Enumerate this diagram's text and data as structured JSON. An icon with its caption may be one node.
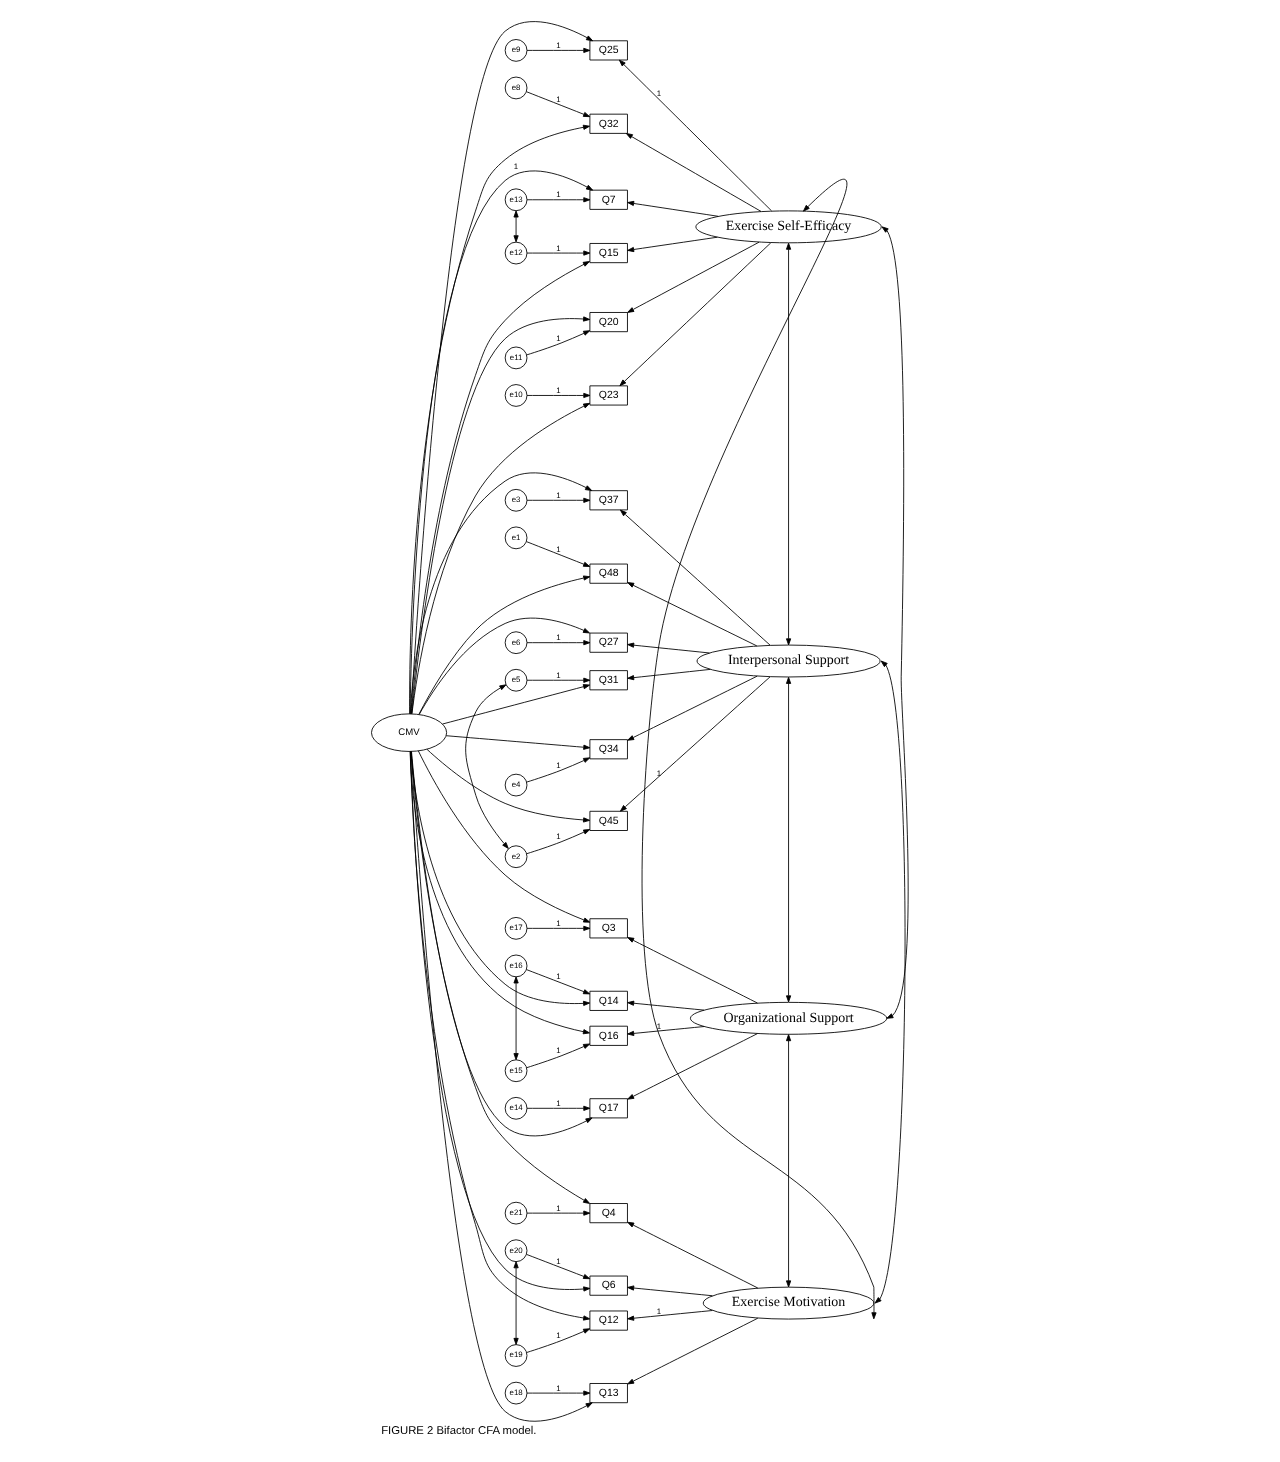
{
  "diagram": {
    "caption": "FIGURE 2 Bifactor CFA model.",
    "nodes": [
      {
        "text": [
          "CMV"
        ]
      },
      {
        "text": [
          "Exercise Self-Efficacy"
        ]
      },
      {
        "text": [
          "Interpersonal Support"
        ]
      },
      {
        "text": [
          "Organizational Support"
        ]
      },
      {
        "text": [
          "Exercise Motivation"
        ]
      },
      {
        "text": [
          "e13"
        ]
      },
      {
        "text": [
          "Q7"
        ]
      },
      {
        "text": [
          "e12"
        ]
      },
      {
        "text": [
          "Q15"
        ]
      },
      {
        "text": [
          "e11"
        ]
      },
      {
        "text": [
          "Q20"
        ]
      },
      {
        "text": [
          "e10"
        ]
      },
      {
        "text": [
          "Q23"
        ]
      },
      {
        "text": [
          "e9"
        ]
      },
      {
        "text": [
          "Q25"
        ]
      },
      {
        "text": [
          "e8"
        ]
      },
      {
        "text": [
          "Q32"
        ]
      },
      {
        "text": [
          "e6"
        ]
      },
      {
        "text": [
          "Q27"
        ]
      },
      {
        "text": [
          "e5"
        ]
      },
      {
        "text": [
          "Q31"
        ]
      },
      {
        "text": [
          "e4"
        ]
      },
      {
        "text": [
          "Q34"
        ]
      },
      {
        "text": [
          "e3"
        ]
      },
      {
        "text": [
          "Q37"
        ]
      },
      {
        "text": [
          "e2"
        ]
      },
      {
        "text": [
          "Q45"
        ]
      },
      {
        "text": [
          "e1"
        ]
      },
      {
        "text": [
          "Q48"
        ]
      },
      {
        "text": [
          "e17"
        ]
      },
      {
        "text": [
          "Q3"
        ]
      },
      {
        "text": [
          "e16"
        ]
      },
      {
        "text": [
          "Q14"
        ]
      },
      {
        "text": [
          "e15"
        ]
      },
      {
        "text": [
          "Q16"
        ]
      },
      {
        "text": [
          "e14"
        ]
      },
      {
        "text": [
          "Q17"
        ]
      },
      {
        "text": [
          "e21"
        ]
      },
      {
        "text": [
          "Q4"
        ]
      },
      {
        "text": [
          "e20"
        ]
      },
      {
        "text": [
          "Q6"
        ]
      },
      {
        "text": [
          "e19"
        ]
      },
      {
        "text": [
          "Q12"
        ]
      },
      {
        "text": [
          "e18"
        ]
      },
      {
        "text": [
          "Q13"
        ]
      }
    ],
    "edges": [
      {
        "from": 5,
        "to": 6,
        "arrow": "to",
        "label": "1"
      },
      {
        "from": 7,
        "to": 8,
        "arrow": "to",
        "label": "1"
      },
      {
        "from": 9,
        "to": 10,
        "arrow": "to",
        "label": "1"
      },
      {
        "from": 11,
        "to": 12,
        "arrow": "to",
        "label": "1"
      },
      {
        "from": 13,
        "to": 14,
        "arrow": "to",
        "label": "1"
      },
      {
        "from": 15,
        "to": 16,
        "arrow": "to",
        "label": "1"
      },
      {
        "from": 17,
        "to": 18,
        "arrow": "to",
        "label": "1"
      },
      {
        "from": 19,
        "to": 20,
        "arrow": "to",
        "label": "1"
      },
      {
        "from": 21,
        "to": 22,
        "arrow": "to",
        "label": "1"
      },
      {
        "from": 23,
        "to": 24,
        "arrow": "to",
        "label": "1"
      },
      {
        "from": 25,
        "to": 26,
        "arrow": "to",
        "label": "1"
      },
      {
        "from": 27,
        "to": 28,
        "arrow": "to",
        "label": "1"
      },
      {
        "from": 29,
        "to": 30,
        "arrow": "to",
        "label": "1"
      },
      {
        "from": 31,
        "to": 32,
        "arrow": "to",
        "label": "1"
      },
      {
        "from": 33,
        "to": 34,
        "arrow": "to",
        "label": "1"
      },
      {
        "from": 35,
        "to": 36,
        "arrow": "to",
        "label": "1"
      },
      {
        "from": 37,
        "to": 38,
        "arrow": "to",
        "label": "1"
      },
      {
        "from": 39,
        "to": 40,
        "arrow": "to",
        "label": "1"
      },
      {
        "from": 41,
        "to": 42,
        "arrow": "to",
        "label": "1"
      },
      {
        "from": 43,
        "to": 44,
        "arrow": "to",
        "label": "1"
      },
      {
        "from": 1,
        "to": 6,
        "arrow": "to"
      },
      {
        "from": 1,
        "to": 8,
        "arrow": "to"
      },
      {
        "from": 1,
        "to": 10,
        "arrow": "to"
      },
      {
        "from": 1,
        "to": 12,
        "arrow": "to"
      },
      {
        "from": 1,
        "to": 14,
        "arrow": "to",
        "label": "1"
      },
      {
        "from": 1,
        "to": 16,
        "arrow": "to"
      },
      {
        "from": 2,
        "to": 18,
        "arrow": "to"
      },
      {
        "from": 2,
        "to": 20,
        "arrow": "to"
      },
      {
        "from": 2,
        "to": 22,
        "arrow": "to"
      },
      {
        "from": 2,
        "to": 24,
        "arrow": "to"
      },
      {
        "from": 2,
        "to": 26,
        "arrow": "to",
        "label": "1"
      },
      {
        "from": 2,
        "to": 28,
        "arrow": "to"
      },
      {
        "from": 3,
        "to": 30,
        "arrow": "to"
      },
      {
        "from": 3,
        "to": 32,
        "arrow": "to"
      },
      {
        "from": 3,
        "to": 34,
        "arrow": "to",
        "label": "1"
      },
      {
        "from": 3,
        "to": 36,
        "arrow": "to"
      },
      {
        "from": 4,
        "to": 38,
        "arrow": "to"
      },
      {
        "from": 4,
        "to": 40,
        "arrow": "to"
      },
      {
        "from": 4,
        "to": 42,
        "arrow": "to",
        "label": "1"
      },
      {
        "from": 4,
        "to": 44,
        "arrow": "to"
      },
      {
        "from": 0,
        "to": 6,
        "arrow": "to",
        "label": "1"
      },
      {
        "from": 0,
        "to": 8,
        "arrow": "to"
      },
      {
        "from": 0,
        "to": 10,
        "arrow": "to"
      },
      {
        "from": 0,
        "to": 12,
        "arrow": "to"
      },
      {
        "from": 0,
        "to": 14,
        "arrow": "to"
      },
      {
        "from": 0,
        "to": 16,
        "arrow": "to"
      },
      {
        "from": 0,
        "to": 18,
        "arrow": "to"
      },
      {
        "from": 0,
        "to": 20,
        "arrow": "to"
      },
      {
        "from": 0,
        "to": 22,
        "arrow": "to"
      },
      {
        "from": 0,
        "to": 24,
        "arrow": "to"
      },
      {
        "from": 0,
        "to": 26,
        "arrow": "to"
      },
      {
        "from": 0,
        "to": 28,
        "arrow": "to"
      },
      {
        "from": 0,
        "to": 30,
        "arrow": "to"
      },
      {
        "from": 0,
        "to": 32,
        "arrow": "to"
      },
      {
        "from": 0,
        "to": 34,
        "arrow": "to"
      },
      {
        "from": 0,
        "to": 36,
        "arrow": "to"
      },
      {
        "from": 0,
        "to": 38,
        "arrow": "to"
      },
      {
        "from": 0,
        "to": 40,
        "arrow": "to"
      },
      {
        "from": 0,
        "to": 42,
        "arrow": "to"
      },
      {
        "from": 0,
        "to": 44,
        "arrow": "to"
      },
      {
        "from": 5,
        "to": 7,
        "arrow": "both"
      },
      {
        "from": 19,
        "to": 25,
        "arrow": "both"
      },
      {
        "from": 31,
        "to": 33,
        "arrow": "both"
      },
      {
        "from": 39,
        "to": 41,
        "arrow": "both"
      },
      {
        "from": 1,
        "to": 2,
        "arrow": "both"
      },
      {
        "from": 1,
        "to": 3,
        "arrow": "both"
      },
      {
        "from": 1,
        "to": 4,
        "arrow": "both"
      },
      {
        "from": 2,
        "to": 3,
        "arrow": "both"
      },
      {
        "from": 2,
        "to": 4,
        "arrow": "both"
      },
      {
        "from": 3,
        "to": 4,
        "arrow": "both"
      }
    ]
  }
}
